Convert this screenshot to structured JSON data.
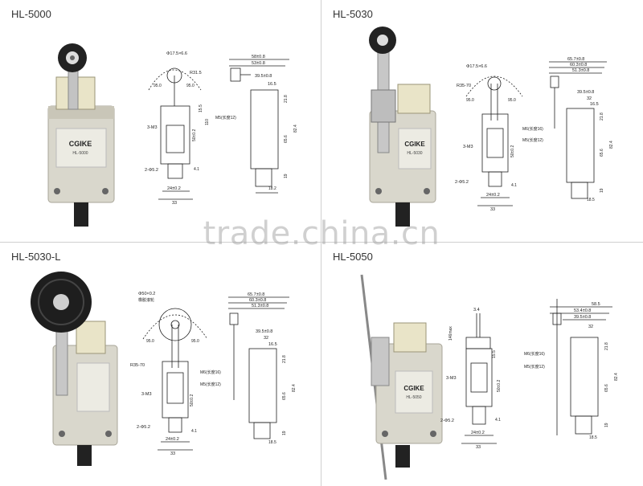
{
  "watermark": "trade.china.cn",
  "panels": [
    {
      "model": "HL-5000",
      "body_brand": "CGIKE",
      "body_model": "HL-5000",
      "dims": {
        "lever_dia": "Φ17.5×6.6",
        "lever_radius": "R31.5",
        "angle_left": "95.0",
        "angle_right": "95.0",
        "screw": "3-M3",
        "holes": "2-Φ5.2",
        "width_inner": "24±0.2",
        "width_outer": "33",
        "top_a": "58±0.8",
        "top_b": "53±0.8",
        "top_c": "39.5±0.8",
        "top_d": "16.5",
        "thread": "M5(长度12)",
        "h1": "21.8",
        "h2": "65.6",
        "h3": "82.4",
        "h4": "19",
        "h_side": "50±0.2",
        "h_small": "15.5",
        "total_h": "110",
        "base": "18.2",
        "offset": "4.1"
      }
    },
    {
      "model": "HL-5030",
      "body_brand": "CGIKE",
      "body_model": "HL-5030",
      "dims": {
        "lever_dia": "Φ17.5×6.6",
        "lever_radius": "R35-70",
        "angle_left": "95.0",
        "angle_right": "95.0",
        "screw": "3-M3",
        "holes": "2-Φ5.2",
        "width_inner": "24±0.2",
        "width_outer": "33",
        "top_a": "65.7±0.8",
        "top_b": "60.3±0.8",
        "top_c": "51.3±0.8",
        "top_d": "39.5±0.8",
        "top_e": "32",
        "top_f": "16.5",
        "thread": "M6(长度16)",
        "thread2": "M5(长度12)",
        "h1": "21.8",
        "h2": "65.6",
        "h3": "82.4",
        "h4": "19",
        "h_side": "50±0.2",
        "base": "18.5",
        "offset": "4.1"
      }
    },
    {
      "model": "HL-5030-L",
      "body_brand": "",
      "body_model": "",
      "dims": {
        "lever_dia": "Φ50×0.2",
        "lever_note": "橡胶滚轮",
        "lever_radius": "R35-70",
        "angle_left": "95.0",
        "angle_right": "95.0",
        "screw": "3-M3",
        "holes": "2-Φ5.2",
        "width_inner": "24±0.2",
        "width_outer": "33",
        "top_a": "65.7±0.8",
        "top_b": "60.3±0.8",
        "top_c": "51.3±0.8",
        "top_d": "39.5±0.8",
        "top_e": "32",
        "top_f": "16.5",
        "thread": "M6(长度16)",
        "thread2": "M5(长度12)",
        "h1": "21.8",
        "h2": "65.6",
        "h3": "82.4",
        "h4": "19",
        "h_side": "50±0.2",
        "base": "18.5",
        "offset": "4.1"
      }
    },
    {
      "model": "HL-5050",
      "body_brand": "CGIKE",
      "body_model": "HL-5050",
      "dims": {
        "lever_len": "146max",
        "rod_dia": "3.4",
        "screw": "3-M3",
        "holes": "2-Φ5.2",
        "width_inner": "24±0.2",
        "width_outer": "33",
        "top_a": "58.5",
        "top_b": "53.4±0.8",
        "top_c": "39.5±0.8",
        "top_d": "32",
        "thread": "M6(长度16)",
        "thread2": "M5(长度12)",
        "h1": "21.8",
        "h2": "65.6",
        "h3": "82.4",
        "h4": "19",
        "h_side": "50±0.2",
        "h_small": "15.5",
        "base": "18.5",
        "offset": "4.1"
      }
    }
  ]
}
